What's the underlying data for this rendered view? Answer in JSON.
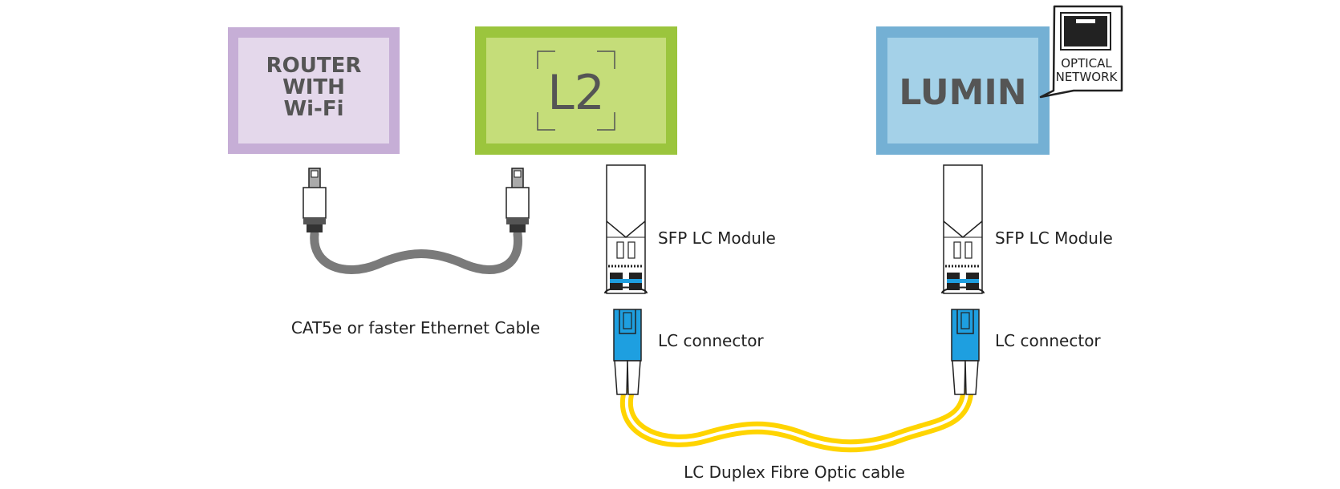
{
  "devices": {
    "router": {
      "line1": "ROUTER",
      "line2": "WITH",
      "line3": "Wi-Fi"
    },
    "l2": {
      "label": "L2"
    },
    "lumin": {
      "label": "LUMIN",
      "badge_line1": "OPTICAL",
      "badge_line2": "NETWORK"
    }
  },
  "labels": {
    "ethernet_cable": "CAT5e or faster Ethernet Cable",
    "sfp_left": "SFP LC Module",
    "sfp_right": "SFP LC Module",
    "lc_left": "LC connector",
    "lc_right": "LC connector",
    "fibre_cable": "LC Duplex Fibre Optic cable"
  },
  "colors": {
    "router_outer": "#c6aed6",
    "router_inner": "#e4d8eb",
    "l2_outer": "#9bc53d",
    "l2_inner": "#c5dd79",
    "lumin_outer": "#74b0d4",
    "lumin_inner": "#a4d1e8",
    "ethernet_cable": "#7a7a7a",
    "fibre": "#ffd400",
    "lc_blue": "#1e9fe0"
  }
}
